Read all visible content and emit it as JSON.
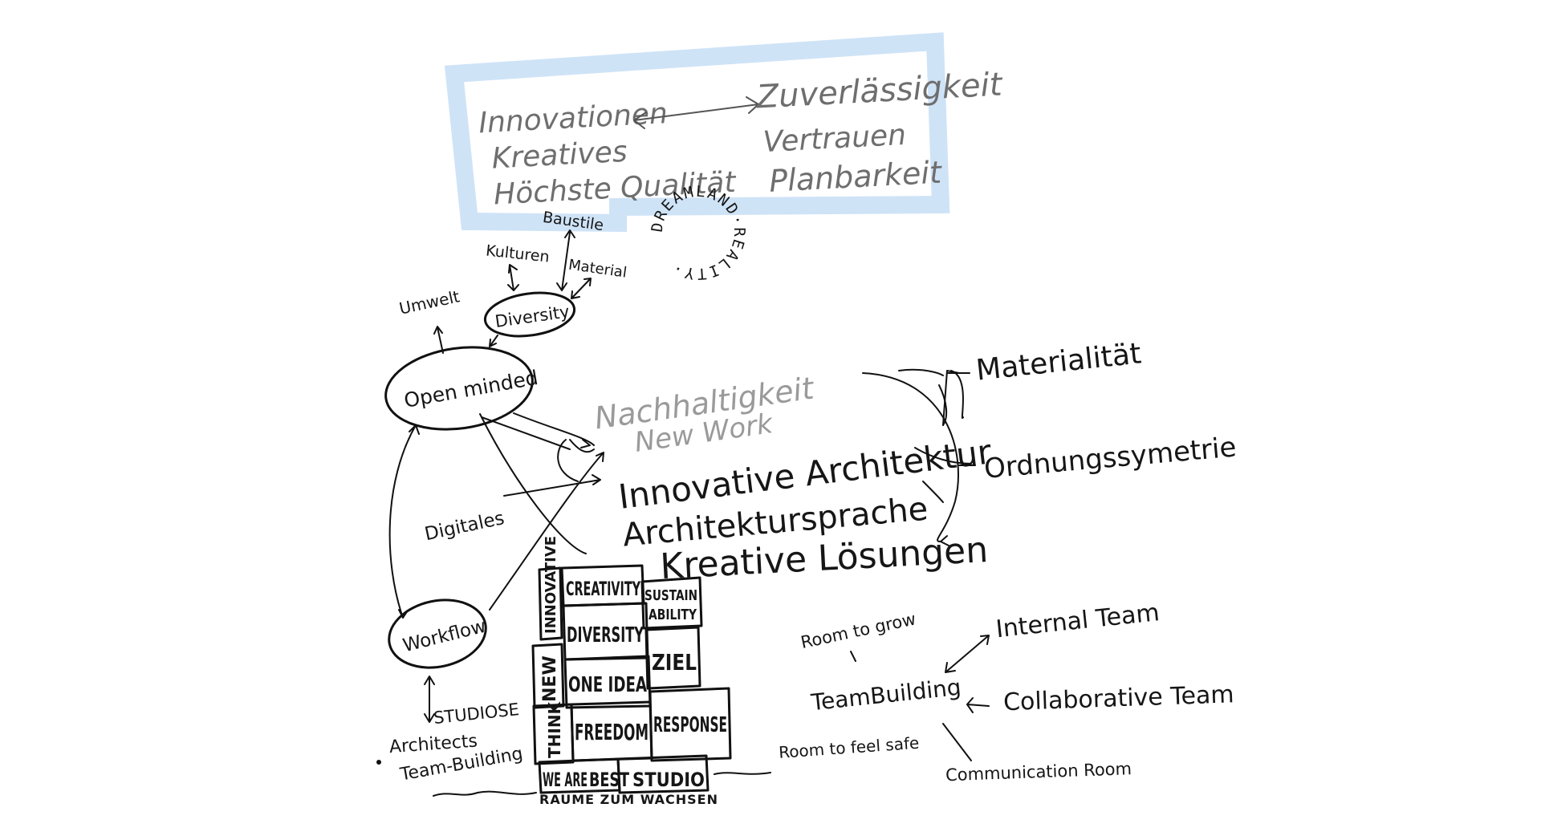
{
  "header_box": {
    "left": [
      "Innovationen",
      "Kreatives",
      "Höchste Qualität"
    ],
    "right": [
      "Zuverlässigkeit",
      "Vertrauen",
      "Planbarkeit"
    ],
    "frame_color": "#cfe3f7"
  },
  "circle_text": "DREAMLAND·REALITY·",
  "diversity": {
    "node": "Diversity",
    "satellites": [
      "Baustile",
      "Kulturen",
      "Material",
      "Umwelt"
    ]
  },
  "open_minded": "Open minded",
  "digitales": "Digitales",
  "workflow": "Workflow",
  "studiose": {
    "label": "STUDIOSE",
    "items": [
      "Architects",
      "Team-Building"
    ]
  },
  "concepts": {
    "grey": [
      "Nachhaltigkeit",
      "New Work"
    ],
    "black": [
      "Innovative Architektur",
      "Architektursprache",
      "Kreative Lösungen"
    ]
  },
  "right_labels": [
    "Materialität",
    "Ordnungssymetrie"
  ],
  "team": {
    "center": "TeamBuilding",
    "items": [
      "Room to grow",
      "Internal Team",
      "Collaborative Team",
      "Room to feel safe",
      "Communication Room"
    ]
  },
  "tower": {
    "blocks": [
      "INNOVATIVE",
      "CREATIVITY",
      "SUSTAIN",
      "ABILITY",
      "DIVERSITY",
      "ZIEL",
      "NEW",
      "ONE IDEA",
      "THINK",
      "FREEDOM",
      "RESPONSE",
      "WE ARE",
      "BEST",
      "STUDIO"
    ],
    "caption": "RÄUME ZUM WACHSEN"
  }
}
